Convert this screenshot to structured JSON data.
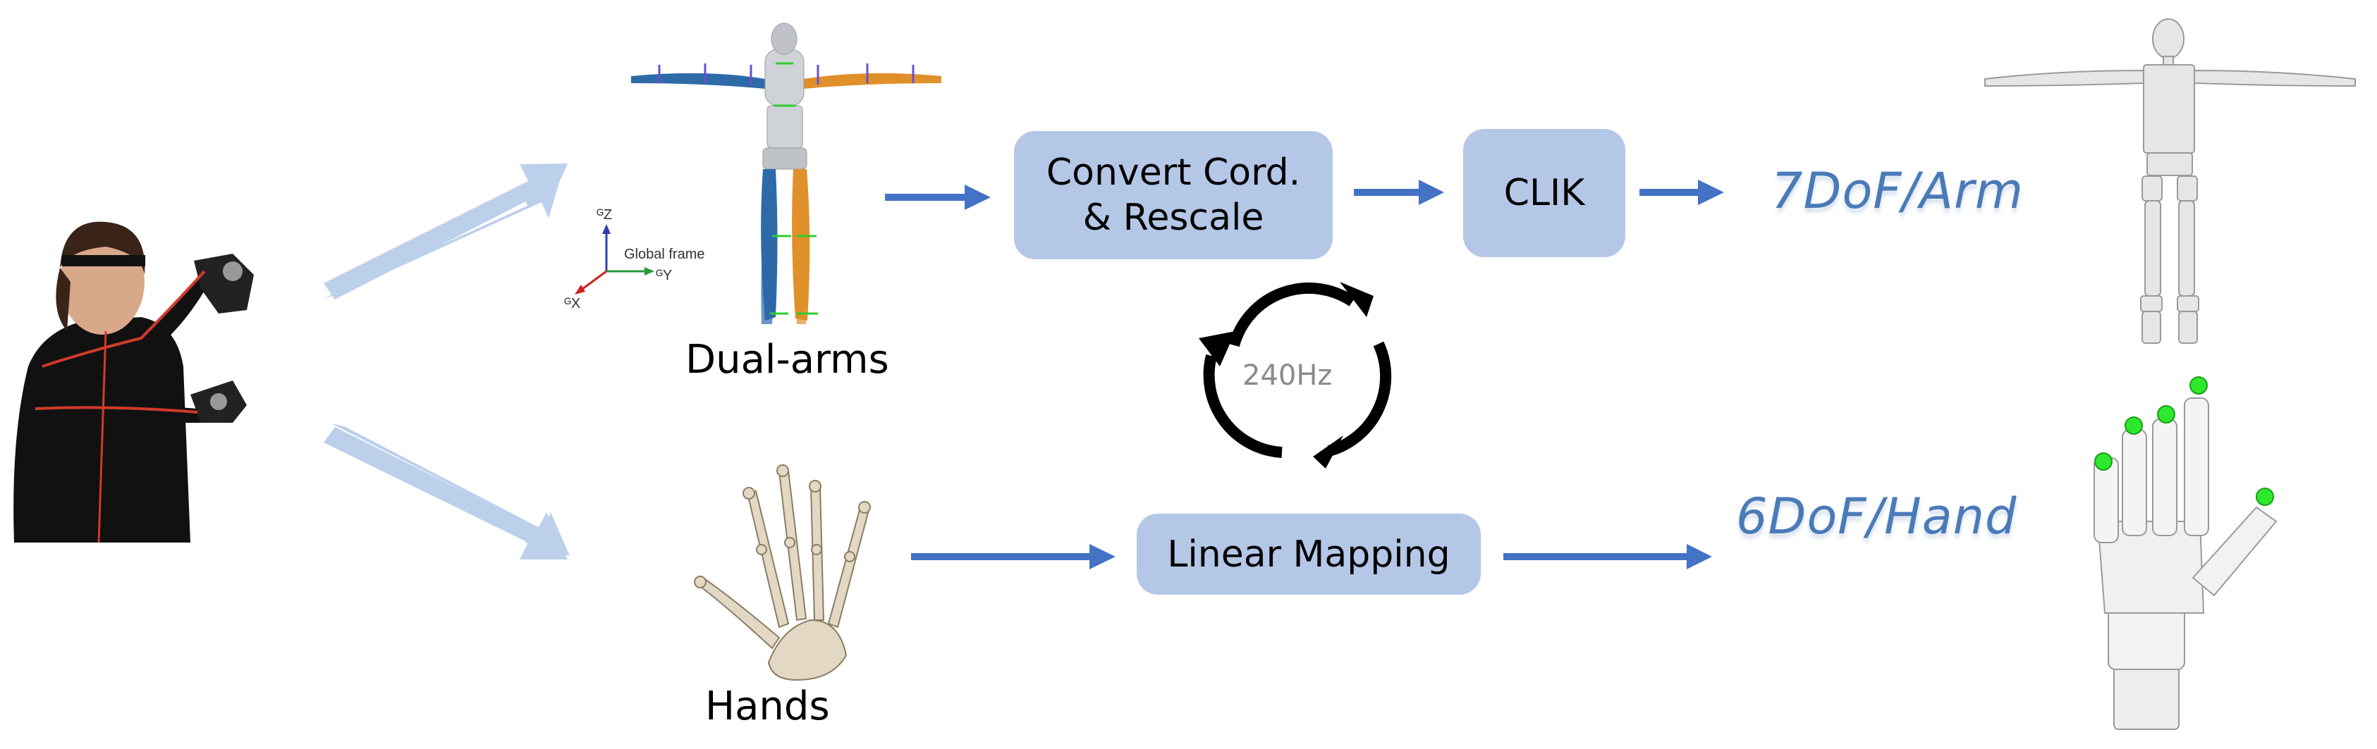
{
  "boxes": {
    "convert": "Convert Cord.\n& Rescale",
    "clik": "CLIK",
    "linear": "Linear Mapping"
  },
  "labels": {
    "dual_arms": "Dual-arms",
    "hands": "Hands",
    "arm_dof": "7DoF/Arm",
    "hand_dof": "6DoF/Hand",
    "rate": "240Hz"
  },
  "frame": {
    "title": "Global frame",
    "z": "ᴳZ",
    "y": "ᴳY",
    "x": "ᴳX"
  },
  "colors": {
    "box_fill": "#b4c7e7",
    "arrow": "#4472c4",
    "fat_arrow": "#bcd0ec",
    "dof_text": "#4a7ab8",
    "fingertip": "#2ee82e"
  }
}
